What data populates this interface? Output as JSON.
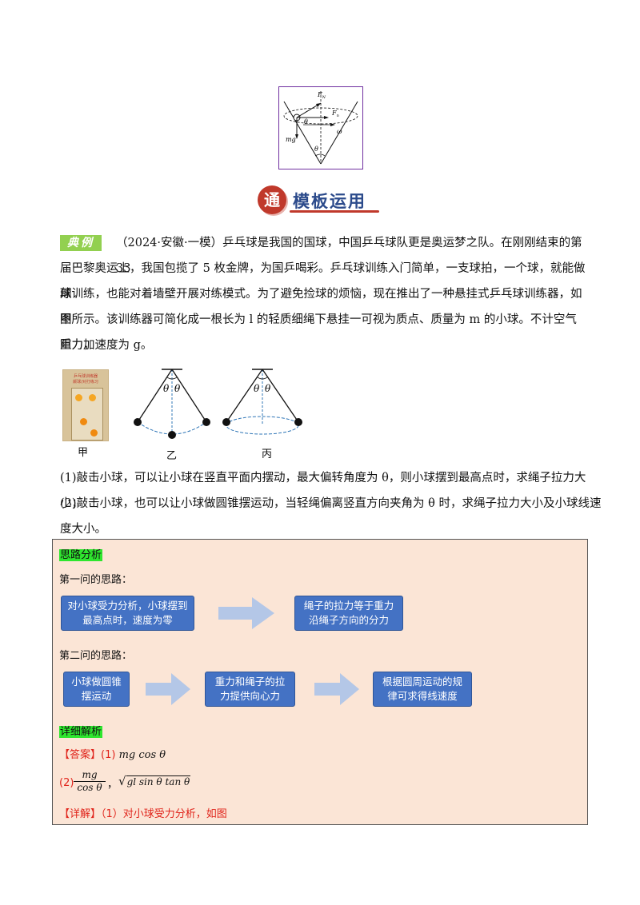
{
  "top_figure": {
    "labels": {
      "fn": "F",
      "fn_sub": "N",
      "fc": "F",
      "fc_sub": "n",
      "theta_left": "θ",
      "omega": "ω",
      "mg": "mg",
      "theta_bottom": "θ"
    }
  },
  "section_title": {
    "badge": "通",
    "text": "模板运用"
  },
  "example": {
    "tag": "典例",
    "paragraph": [
      "（2024·安徽·一模）乒乓球是我国的国球，中国乒乓球队更是奥运梦之队。在刚刚结束的第 33",
      "届巴黎奥运上，我国包揽了 5 枚金牌，为国乒喝彩。乒乓球训练入门简单，一支球拍，一个球，就能做颠",
      "球训练，也能对着墙壁开展对练模式。为了避免捡球的烦恼，现在推出了一种悬挂式乒乓球训练器，如图",
      "甲所示。该训练器可简化成一根长为 l 的轻质细绳下悬挂一可视为质点、质量为 m 的小球。不计空气阻力，",
      "重力加速度为 g。"
    ]
  },
  "figures": {
    "photo_caption": "甲",
    "photo_text_1": "乒乓球训练器",
    "photo_text_2": "颠球/对打练习",
    "fig_b": {
      "caption": "乙",
      "theta1": "θ",
      "theta2": "θ"
    },
    "fig_c": {
      "caption": "丙",
      "theta1": "θ",
      "theta2": "θ"
    }
  },
  "questions": [
    "(1)敲击小球，可以让小球在竖直平面内摆动，最大偏转角度为 θ，则小球摆到最高点时，求绳子拉力大小；",
    "(2)敲击小球，也可以让小球做圆锥摆运动，当轻绳偏离竖直方向夹角为 θ 时，求绳子拉力大小及小球线速",
    "度大小。"
  ],
  "analysis": {
    "tag": "思路分析",
    "q1_heading": "第一问的思路：",
    "q1_boxes": [
      "对小球受力分析，小球摆到最高点时，速度为零",
      "绳子的拉力等于重力沿绳子方向的分力"
    ],
    "q2_heading": "第二问的思路：",
    "q2_boxes": [
      "小球做圆锥摆运动",
      "重力和绳子的拉力提供向心力",
      "根据圆周运动的规律可求得线速度"
    ],
    "detail_tag": "详细解析",
    "answer_label": "【答案】",
    "answer_1": "(1)",
    "answer_1_expr": "mg cos θ",
    "answer_2": "(2)",
    "answer_2_num": "mg",
    "answer_2_den": "cos θ",
    "answer_2_sep": "，",
    "answer_2_root": "gl sin θ tan θ",
    "detail_label": "【详解】",
    "detail_text": "（1）对小球受力分析，如图"
  },
  "colors": {
    "flow_box": "#4472c4",
    "arrow": "#b4c7e7",
    "analysis_bg": "#fbe5d6",
    "highlight": "#2ee62e",
    "answer_red": "#e0241b",
    "figure_border": "#7030a0"
  }
}
